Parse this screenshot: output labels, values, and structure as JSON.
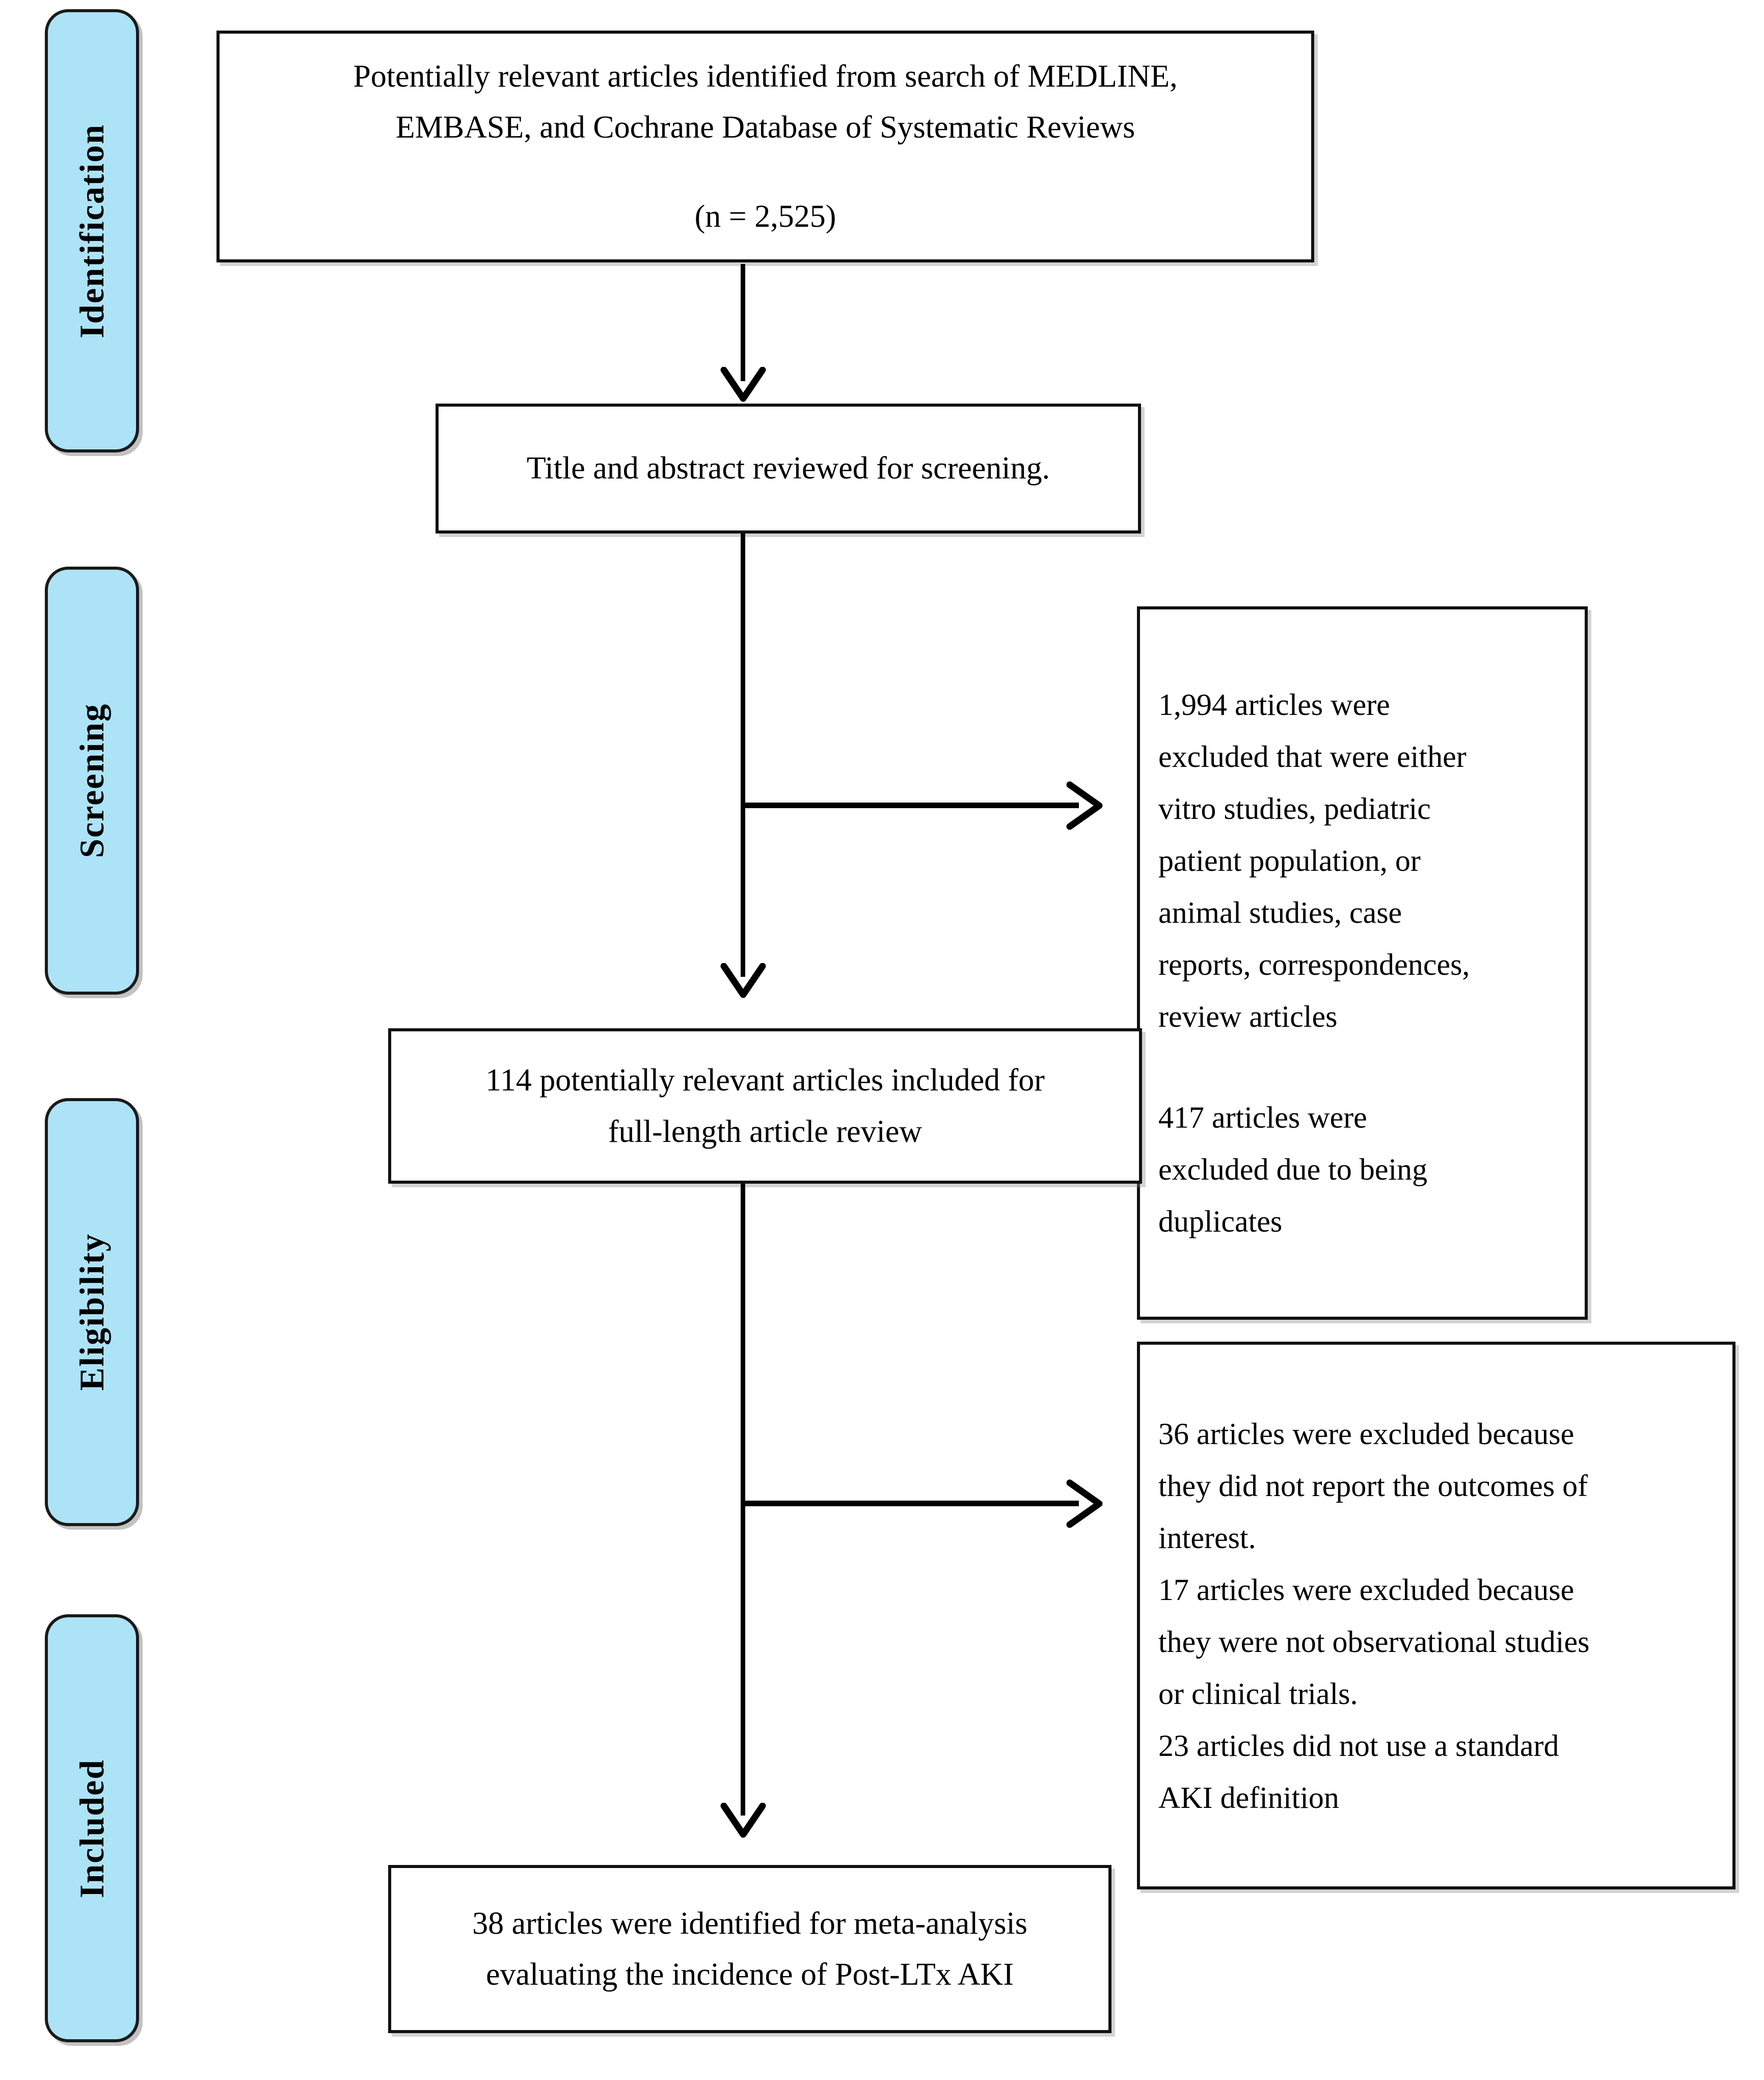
{
  "diagram": {
    "type": "prisma-flow-diagram",
    "stages": [
      {
        "id": "identification",
        "label": "Identification"
      },
      {
        "id": "screening",
        "label": "Screening"
      },
      {
        "id": "eligibility",
        "label": "Eligibility"
      },
      {
        "id": "included",
        "label": "Included"
      }
    ],
    "boxes": {
      "identification": {
        "lines": [
          "Potentially relevant articles identified from search of MEDLINE,",
          "EMBASE, and Cochrane Database of Systematic Reviews",
          "",
          "(n = 2,525)"
        ]
      },
      "screening": {
        "lines": [
          "Title and abstract reviewed for screening."
        ]
      },
      "excluded_screening": {
        "paragraphs": [
          "1,994 articles were excluded that were either vitro studies, pediatric patient population, or animal studies, case reports, correspondences, review articles",
          "417 articles were excluded due to being duplicates"
        ],
        "lines": [
          "1,994 articles were",
          "excluded that were either",
          "vitro studies, pediatric",
          "patient population, or",
          "animal studies, case",
          "reports, correspondences,",
          "review articles",
          "",
          "417 articles were",
          "excluded due to being",
          "duplicates"
        ]
      },
      "eligibility": {
        "lines": [
          "114 potentially relevant articles included for",
          "full-length article review"
        ]
      },
      "excluded_eligibility": {
        "paragraphs": [
          "36 articles were excluded because they did not report the outcomes of interest.",
          "17 articles were excluded because they were not observational studies or clinical trials.",
          "23 articles did not use a standard AKI definition"
        ],
        "lines": [
          "36 articles were excluded because",
          "they did not report the outcomes of",
          "interest.",
          "17 articles were excluded because",
          "they were not observational studies",
          "or clinical trials.",
          "23 articles did not use a standard",
          "AKI definition"
        ]
      },
      "included": {
        "lines": [
          "38 articles were identified for meta-analysis",
          "evaluating the incidence of Post-LTx AKI"
        ]
      }
    },
    "counts": {
      "records_identified": "2,525",
      "excluded_screening_criteria": "1,994",
      "excluded_duplicates": "417",
      "full_text_assessed": "114",
      "excluded_no_outcomes": "36",
      "excluded_not_observational": "17",
      "excluded_no_standard_aki": "23",
      "included_meta_analysis": "38"
    },
    "colors": {
      "stage_fill": "#ade3f7",
      "stage_border": "#1a1a1a",
      "box_border": "#111111",
      "box_fill": "#ffffff",
      "connector": "#000000",
      "page_background": "#ffffff"
    }
  }
}
